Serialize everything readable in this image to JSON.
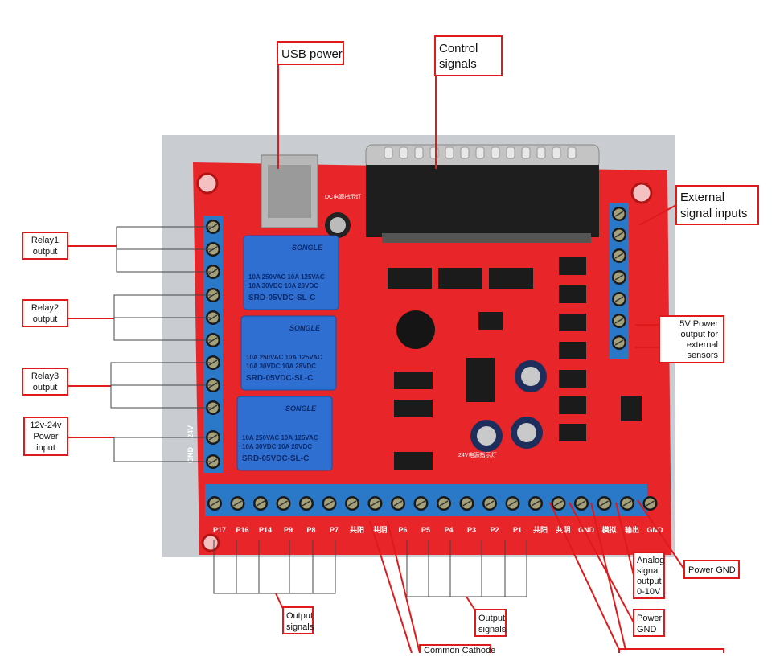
{
  "labels": {
    "usb_power": "USB power",
    "control_signals": [
      "Control",
      "signals"
    ],
    "external_inputs": [
      "External",
      "signal inputs"
    ],
    "relay1": [
      "Relay1",
      "output"
    ],
    "relay2": [
      "Relay2",
      "output"
    ],
    "relay3": [
      "Relay3",
      "output"
    ],
    "power_input": [
      "12v-24v",
      "Power",
      "input"
    ],
    "five_v": [
      "5V Power",
      "output for",
      "external",
      "sensors"
    ],
    "analog": [
      "Analog",
      "signal",
      "output",
      "0-10V"
    ],
    "power_gnd_right": "Power GND",
    "power_gnd_lower": [
      "Power",
      "GND"
    ],
    "output_signals_left": [
      "Output",
      "signals"
    ],
    "output_signals_right": [
      "Output",
      "signals"
    ],
    "common_cathode": "Common Cathode"
  },
  "relay": {
    "brand": "SONGLE",
    "specs": [
      "10A 250VAC  10A 125VAC",
      "10A  30VDC  10A  28VDC"
    ],
    "model": "SRD-05VDC-SL-C"
  },
  "bottom_pins": [
    "P17",
    "P16",
    "P14",
    "P9",
    "P8",
    "P7",
    "共阳",
    "共阴",
    "P6",
    "P5",
    "P4",
    "P3",
    "P2",
    "P1",
    "共阳",
    "共阴",
    "GND",
    "模拟",
    "输出",
    "GND"
  ],
  "left_pins": [
    "GND",
    "24V"
  ],
  "board_marks": {
    "dc_indicator": "DC电源指示灯",
    "v24_indicator": "24V电源指示灯"
  },
  "colors": {
    "board": "#e8262a",
    "terminal": "#2a78c8",
    "relay": "#2f6fd1",
    "callout": "#e01a1a"
  }
}
